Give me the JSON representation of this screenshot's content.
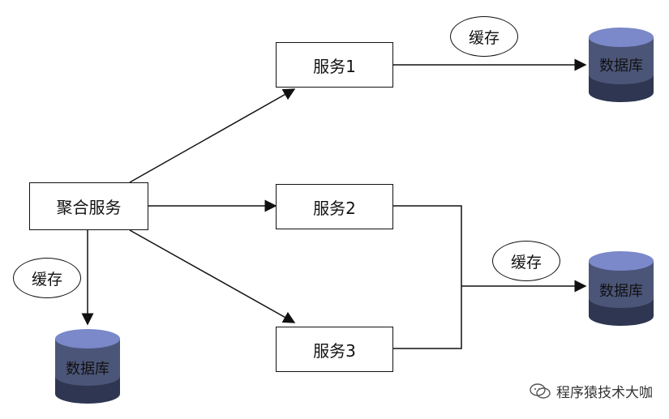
{
  "nodes": {
    "aggregate": "聚合服务",
    "service1": "服务1",
    "service2": "服务2",
    "service3": "服务3"
  },
  "caches": {
    "cache_top": "缓存",
    "cache_mid": "缓存",
    "cache_left": "缓存"
  },
  "databases": {
    "db_top": "数据库",
    "db_mid": "数据库",
    "db_left": "数据库"
  },
  "watermark": "程序猿技术大咖",
  "colors": {
    "db_top": "#7b88c9",
    "db_body": "#4b5578",
    "db_bottom": "#2f3651",
    "line": "#111111"
  }
}
